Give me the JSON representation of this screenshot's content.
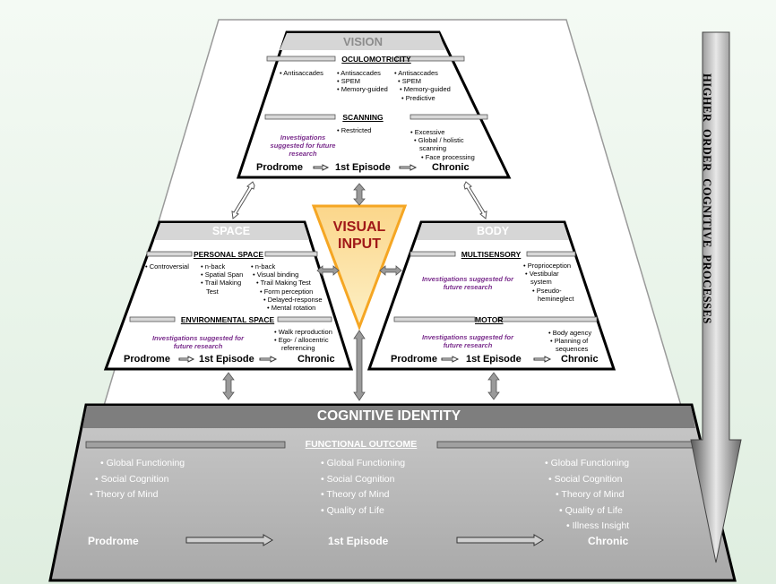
{
  "colors": {
    "background": "#e2efe2",
    "trapezoid": "#ffffff",
    "header_gray": "#c8c8c8",
    "base_gray": "#b5b5b5",
    "visual_input_fill": "#fcd98b",
    "visual_input_text": "#a01818",
    "investigation_text": "#7a2d8c",
    "arrow_gray": "#9a9a9a"
  },
  "side_label": "HIGHER ORDER COGNITIVE PROCESSES",
  "visual_input": {
    "line1": "VISUAL",
    "line2": "INPUT"
  },
  "vision": {
    "title": "VISION",
    "oculomotricity": {
      "heading": "OCULOMOTRICITY",
      "prodrome": [
        "• Antisaccades"
      ],
      "first_episode": [
        "• Antisaccades",
        "• SPEM",
        "• Memory-guided"
      ],
      "chronic": [
        "• Antisaccades",
        "• SPEM",
        "• Memory-guided",
        "• Predictive"
      ]
    },
    "scanning": {
      "heading": "SCANNING",
      "investigations": [
        "Investigations",
        "suggested for future",
        "research"
      ],
      "first_episode": [
        "• Restricted"
      ],
      "chronic": [
        "• Excessive",
        "• Global / holistic",
        "scanning",
        "• Face processing"
      ]
    },
    "stages": [
      "Prodrome",
      "1st Episode",
      "Chronic"
    ]
  },
  "space": {
    "title": "SPACE",
    "personal": {
      "heading": "PERSONAL SPACE",
      "prodrome": [
        "• Controversial"
      ],
      "first_episode": [
        "• n-back",
        "• Spatial Span",
        "• Trail Making",
        "Test"
      ],
      "chronic": [
        "• n-back",
        "• Visual binding",
        "• Trail Making Test",
        "• Form perception",
        "• Delayed-response",
        "• Mental rotation"
      ]
    },
    "environmental": {
      "heading": "ENVIRONMENTAL SPACE",
      "investigations": [
        "Investigations suggested for",
        "future research"
      ],
      "chronic": [
        "• Walk reproduction",
        "• Ego- / allocentric",
        "referencing"
      ]
    },
    "stages": [
      "Prodrome",
      "1st Episode",
      "Chronic"
    ]
  },
  "body": {
    "title": "BODY",
    "multisensory": {
      "heading": "MULTISENSORY",
      "investigations": [
        "Investigations suggested for",
        "future research"
      ],
      "chronic": [
        "• Proprioception",
        "• Vestibular",
        "system",
        "• Pseudo-",
        "hemineglect"
      ]
    },
    "motor": {
      "heading": "MOTOR",
      "investigations": [
        "Investigations suggested for",
        "future research"
      ],
      "chronic": [
        "• Body agency",
        "• Planning of",
        "sequences"
      ]
    },
    "stages": [
      "Prodrome",
      "1st Episode",
      "Chronic"
    ]
  },
  "cognitive_identity": {
    "title": "COGNITIVE IDENTITY",
    "functional_outcome": "FUNCTIONAL OUTCOME",
    "prodrome": [
      "• Global Functioning",
      "• Social Cognition",
      "• Theory of Mind"
    ],
    "first_episode": [
      "• Global Functioning",
      "• Social Cognition",
      "• Theory of Mind",
      "• Quality of Life"
    ],
    "chronic": [
      "• Global Functioning",
      "• Social Cognition",
      "• Theory of Mind",
      "• Quality of Life",
      "• Illness Insight"
    ],
    "stages": [
      "Prodrome",
      "1st Episode",
      "Chronic"
    ]
  }
}
